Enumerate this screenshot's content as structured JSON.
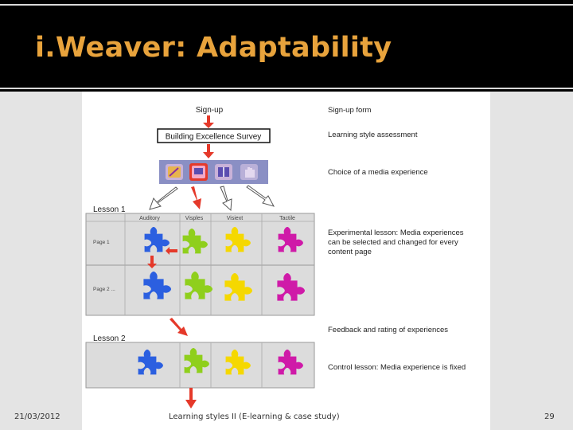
{
  "slide": {
    "title": "i.Weaver: Adaptability"
  },
  "footer": {
    "date": "21/03/2012",
    "center": "Learning styles II (E-learning & case study)",
    "page_number": "29"
  },
  "diagram": {
    "signup_label": "Sign-up",
    "survey_label": "Building Excellence Survey",
    "lesson1_label": "Lesson 1",
    "lesson2_label": "Lesson 2",
    "columns": [
      "Auditory",
      "Visples",
      "Visiext",
      "Tactile"
    ],
    "row_labels": [
      "Page 1",
      "Page 2 ..."
    ],
    "right_labels": {
      "signup_form": "Sign-up form",
      "assessment": "Learning style assessment",
      "choice": "Choice of a media experience",
      "experimental_1": "Experimental lesson: Media experiences",
      "experimental_2": "can be selected and changed for every",
      "experimental_3": "content page",
      "feedback": "Feedback and rating of experiences",
      "control": "Control lesson: Media experience is fixed"
    },
    "colors": {
      "blue": "#2b5fe0",
      "green": "#8fcf1c",
      "yellow": "#f5d800",
      "magenta": "#cf1aa8",
      "red_arrow": "#e5392a"
    },
    "media_icons": [
      "pen-icon",
      "screen-icon",
      "book-icon",
      "hand-icon"
    ]
  }
}
